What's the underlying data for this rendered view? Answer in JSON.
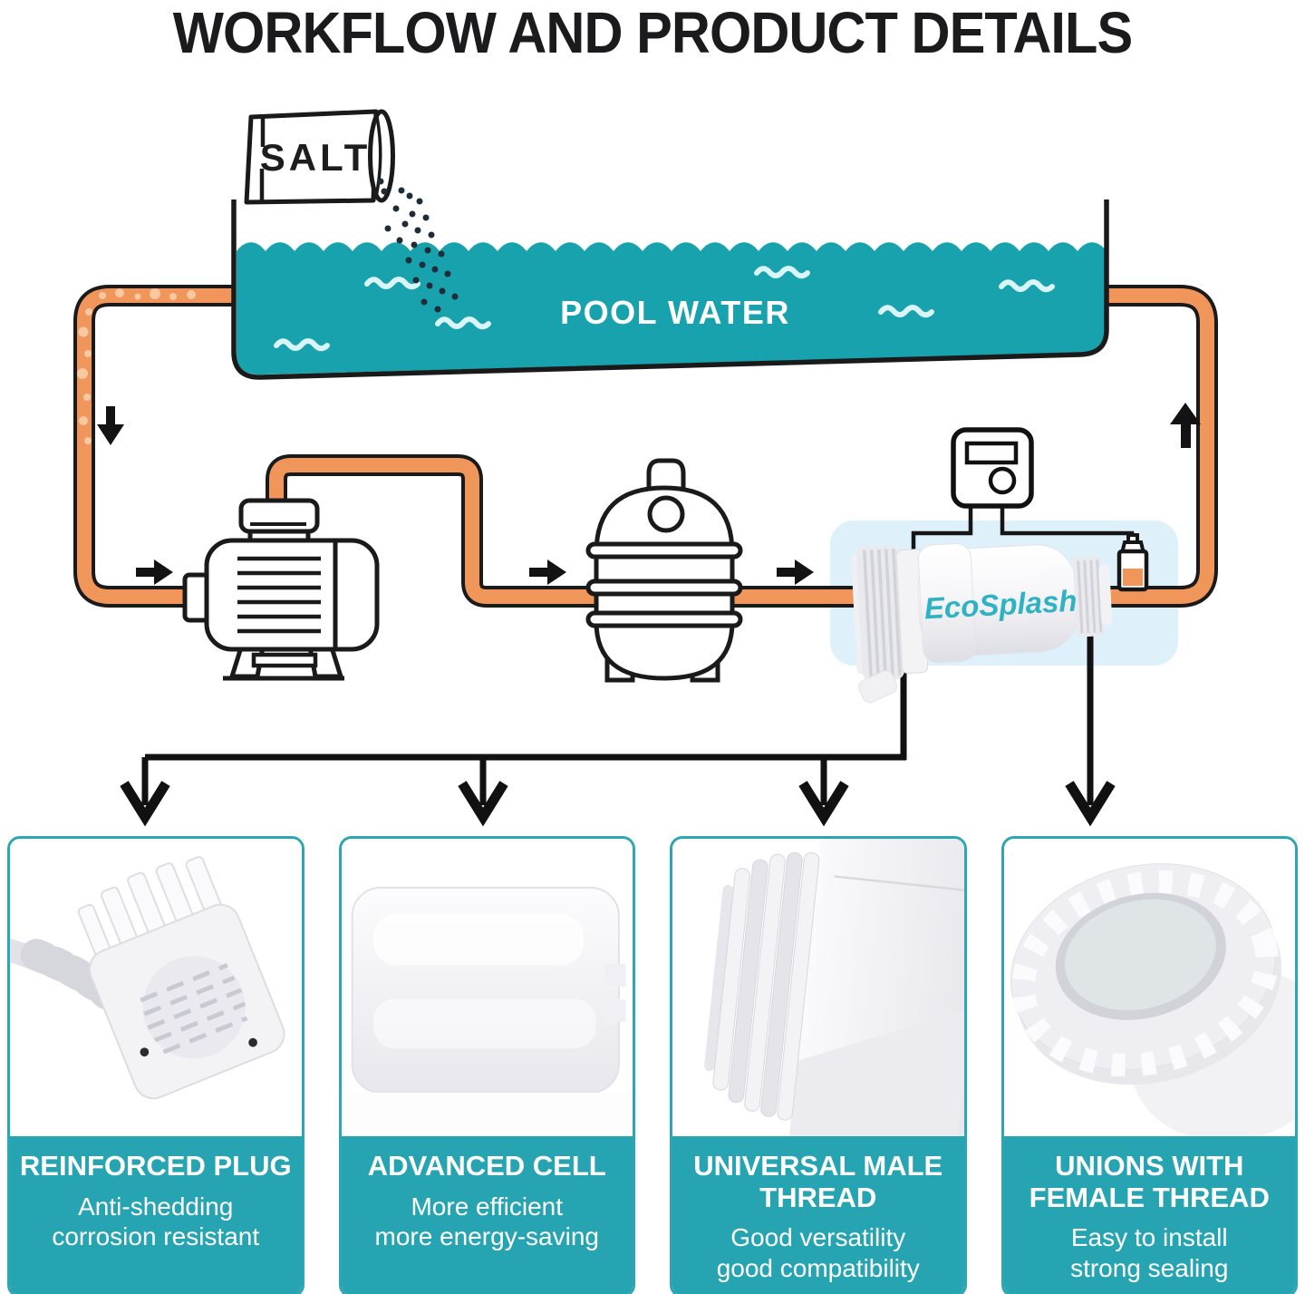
{
  "title": "WORKFLOW AND PRODUCT DETAILS",
  "diagram": {
    "salt_bag_label": "SALT",
    "pool_label": "POOL WATER",
    "cell_brand_label": "EcoSplash"
  },
  "colors": {
    "water_teal": "#17a2ad",
    "pipe_orange": "#f0965a",
    "card_teal": "#27a4b2",
    "cell_backdrop_blue": "#def1fa",
    "brand_teal": "#2fb2c2",
    "line_black": "#1a1a1a"
  },
  "cards": [
    {
      "title": "REINFORCED PLUG",
      "subtitle_lines": [
        "Anti-shedding",
        "corrosion resistant"
      ]
    },
    {
      "title": "ADVANCED CELL",
      "subtitle_lines": [
        "More efficient",
        "more energy-saving"
      ]
    },
    {
      "title": "UNIVERSAL MALE THREAD",
      "subtitle_lines": [
        "Good versatility",
        "good compatibility"
      ]
    },
    {
      "title": "UNIONS WITH FEMALE THREAD",
      "subtitle_lines": [
        "Easy to install",
        "strong sealing"
      ]
    }
  ]
}
